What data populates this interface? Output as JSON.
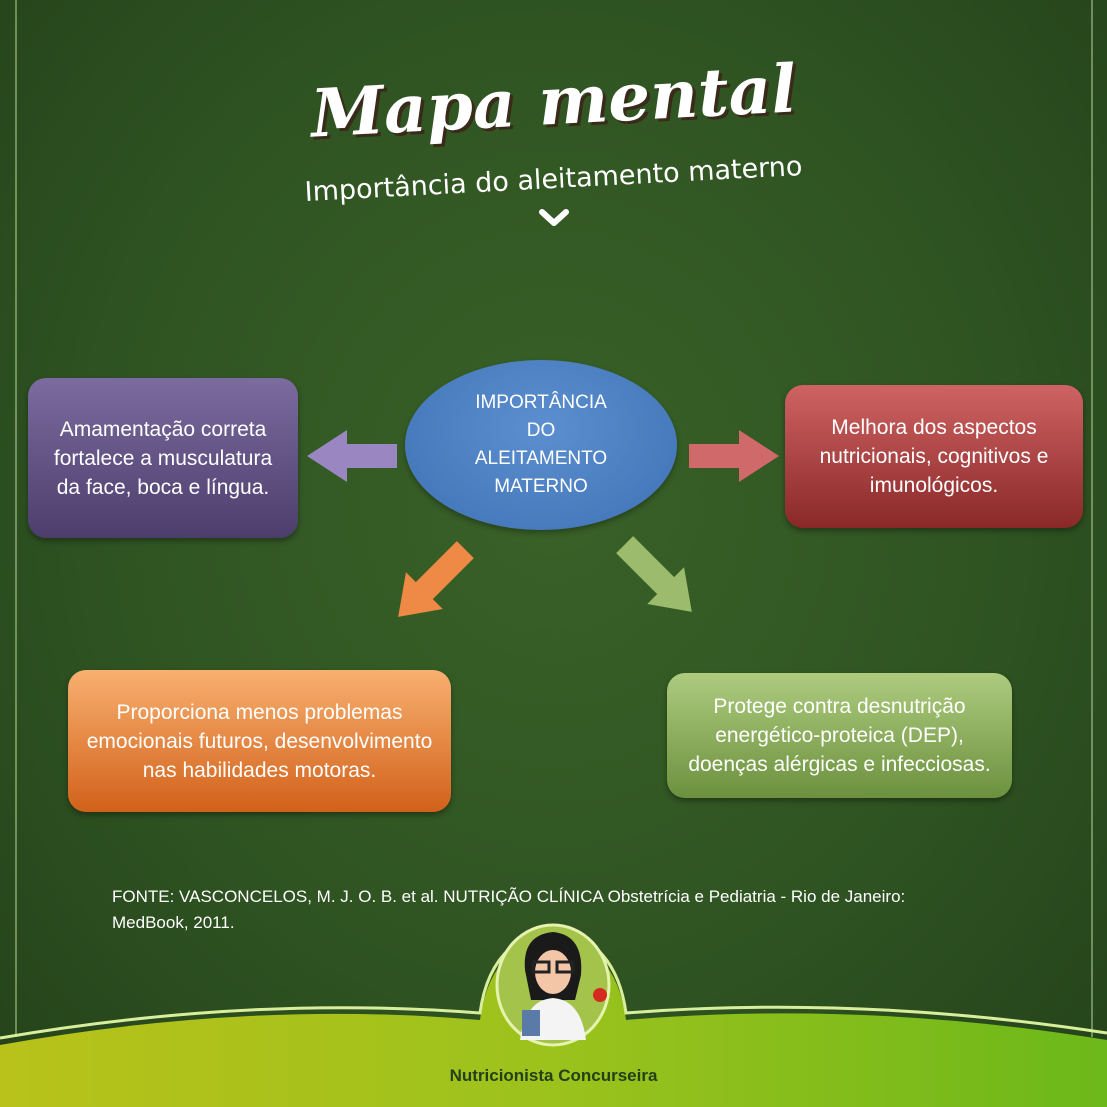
{
  "title": "Mapa mental",
  "subtitle": "Importância do aleitamento materno",
  "center": {
    "lines": [
      "IMPORTÂNCIA",
      "DO",
      "ALEITAMENTO",
      "MATERNO"
    ]
  },
  "boxes": {
    "left": "Amamentação correta fortalece a musculatura da face, boca e língua.",
    "right": "Melhora dos aspectos nutricionais, cognitivos e imunológicos.",
    "bottom_left": "Proporciona menos problemas emocionais futuros, desenvolvimento nas habilidades motoras.",
    "bottom_right": "Protege contra desnutrição energético-proteica (DEP), doenças alérgicas e infecciosas."
  },
  "source": "FONTE: VASCONCELOS, M. J. O. B. et al. NUTRIÇÃO CLÍNICA Obstetrícia e Pediatria - Rio de Janeiro: MedBook, 2011.",
  "brand": "Nutricionista Concurseira",
  "colors": {
    "background": "#2f5422",
    "purple": "#6a5a8e",
    "red": "#b04545",
    "orange": "#ec8a40",
    "green": "#94b665",
    "blue": "#4a7fc0"
  }
}
